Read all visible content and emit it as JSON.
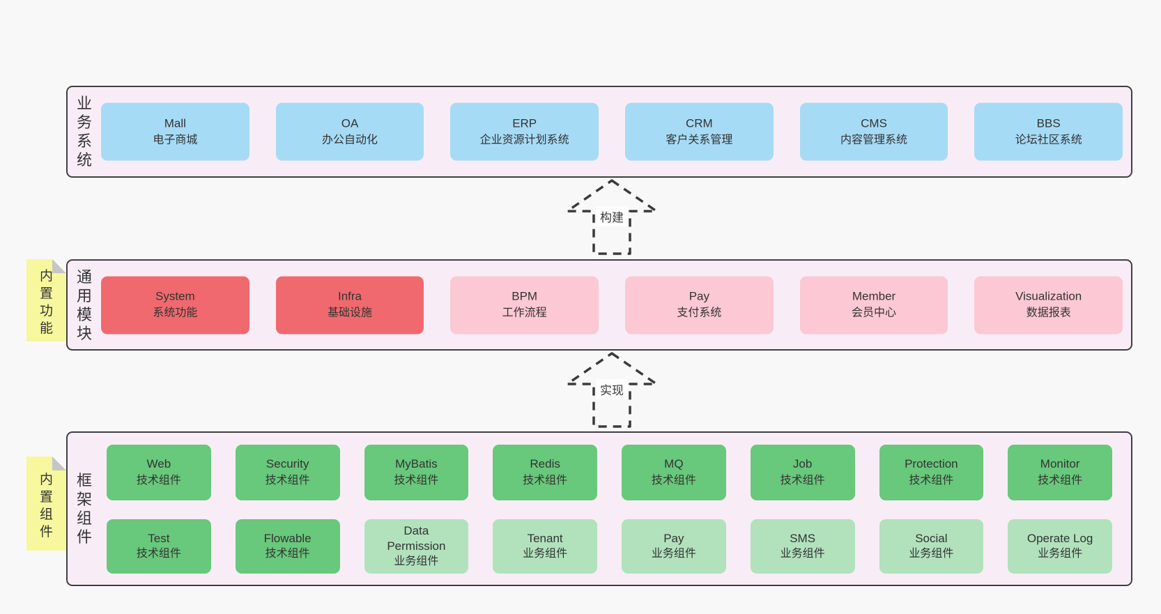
{
  "colors": {
    "background": "#f8f8f8",
    "container_fill": "#f8edf6",
    "container_border": "#3f3f3f",
    "blue_node": "#a6dbf5",
    "red_node": "#f0696e",
    "pink_node": "#fbc8d3",
    "green_node": "#68c87b",
    "light_green_node": "#b1e2bc",
    "sticky_yellow": "#f7f79e",
    "text": "#333333"
  },
  "arrows": [
    {
      "label": "构建"
    },
    {
      "label": "实现"
    }
  ],
  "stickies": [
    {
      "text": "内置功能"
    },
    {
      "text": "内置组件"
    }
  ],
  "layers": [
    {
      "label": "业务系统",
      "boxes": [
        {
          "name": "Mall",
          "subtitle": "电子商城",
          "color": "blue"
        },
        {
          "name": "OA",
          "subtitle": "办公自动化",
          "color": "blue"
        },
        {
          "name": "ERP",
          "subtitle": "企业资源计划系统",
          "color": "blue"
        },
        {
          "name": "CRM",
          "subtitle": "客户关系管理",
          "color": "blue"
        },
        {
          "name": "CMS",
          "subtitle": "内容管理系统",
          "color": "blue"
        },
        {
          "name": "BBS",
          "subtitle": "论坛社区系统",
          "color": "blue"
        }
      ]
    },
    {
      "label": "通用模块",
      "boxes": [
        {
          "name": "System",
          "subtitle": "系统功能",
          "color": "red"
        },
        {
          "name": "Infra",
          "subtitle": "基础设施",
          "color": "red"
        },
        {
          "name": "BPM",
          "subtitle": "工作流程",
          "color": "pink"
        },
        {
          "name": "Pay",
          "subtitle": "支付系统",
          "color": "pink"
        },
        {
          "name": "Member",
          "subtitle": "会员中心",
          "color": "pink"
        },
        {
          "name": "Visualization",
          "subtitle": "数据报表",
          "color": "pink"
        }
      ]
    },
    {
      "label": "框架组件",
      "rows": [
        [
          {
            "name": "Web",
            "subtitle": "技术组件",
            "color": "green"
          },
          {
            "name": "Security",
            "subtitle": "技术组件",
            "color": "green"
          },
          {
            "name": "MyBatis",
            "subtitle": "技术组件",
            "color": "green"
          },
          {
            "name": "Redis",
            "subtitle": "技术组件",
            "color": "green"
          },
          {
            "name": "MQ",
            "subtitle": "技术组件",
            "color": "green"
          },
          {
            "name": "Job",
            "subtitle": "技术组件",
            "color": "green"
          },
          {
            "name": "Protection",
            "subtitle": "技术组件",
            "color": "green"
          },
          {
            "name": "Monitor",
            "subtitle": "技术组件",
            "color": "green"
          }
        ],
        [
          {
            "name": "Test",
            "subtitle": "技术组件",
            "color": "green"
          },
          {
            "name": "Flowable",
            "subtitle": "技术组件",
            "color": "green"
          },
          {
            "name": "Data\nPermission",
            "subtitle": "业务组件",
            "color": "lightgreen"
          },
          {
            "name": "Tenant",
            "subtitle": "业务组件",
            "color": "lightgreen"
          },
          {
            "name": "Pay",
            "subtitle": "业务组件",
            "color": "lightgreen"
          },
          {
            "name": "SMS",
            "subtitle": "业务组件",
            "color": "lightgreen"
          },
          {
            "name": "Social",
            "subtitle": "业务组件",
            "color": "lightgreen"
          },
          {
            "name": "Operate Log",
            "subtitle": "业务组件",
            "color": "lightgreen"
          }
        ]
      ]
    }
  ]
}
